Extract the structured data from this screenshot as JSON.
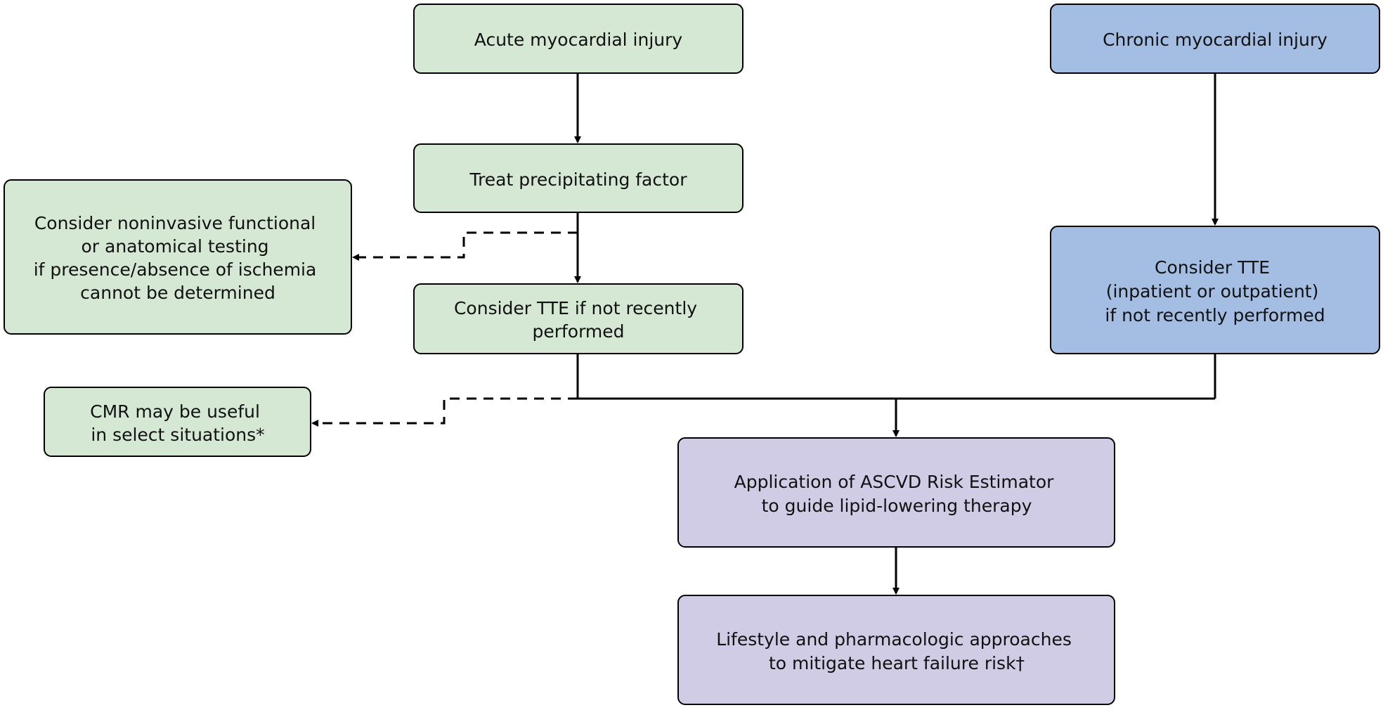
{
  "colors": {
    "acute_branch": "#d5e8d4",
    "chronic_branch": "#a3bde3",
    "common_pathway": "#d0cce6",
    "line": "#000000"
  },
  "nodes": {
    "acute_injury": {
      "lines": [
        "Acute myocardial injury"
      ]
    },
    "chronic_injury": {
      "lines": [
        "Chronic myocardial injury"
      ]
    },
    "treat_factor": {
      "lines": [
        "Treat precipitating factor"
      ]
    },
    "noninvasive_testing": {
      "lines": [
        "Consider noninvasive functional",
        "or anatomical testing",
        "if presence/absence of ischemia",
        "cannot be determined"
      ]
    },
    "acute_tte": {
      "lines": [
        "Consider TTE if not recently",
        "performed"
      ]
    },
    "chronic_tte": {
      "lines": [
        "Consider TTE",
        "(inpatient or outpatient)",
        "if not recently performed"
      ]
    },
    "cmr": {
      "lines": [
        "CMR may be useful",
        "in select situations*"
      ]
    },
    "ascvd": {
      "lines": [
        "Application of ASCVD Risk Estimator",
        "to guide lipid-lowering therapy"
      ]
    },
    "lifestyle": {
      "lines": [
        "Lifestyle and pharmacologic approaches",
        "to mitigate heart failure risk†"
      ]
    }
  },
  "edges": [
    {
      "from": "acute_injury",
      "to": "treat_factor",
      "style": "solid"
    },
    {
      "from": "treat_factor",
      "to": "acute_tte",
      "style": "solid"
    },
    {
      "from": "treat_factor",
      "to": "noninvasive_testing",
      "style": "dashed"
    },
    {
      "from": "chronic_injury",
      "to": "chronic_tte",
      "style": "solid"
    },
    {
      "from": "acute_tte",
      "to": "ascvd",
      "style": "solid"
    },
    {
      "from": "chronic_tte",
      "to": "ascvd",
      "style": "solid"
    },
    {
      "from": "acute_tte",
      "to": "cmr",
      "style": "dashed"
    },
    {
      "from": "ascvd",
      "to": "lifestyle",
      "style": "solid"
    }
  ]
}
